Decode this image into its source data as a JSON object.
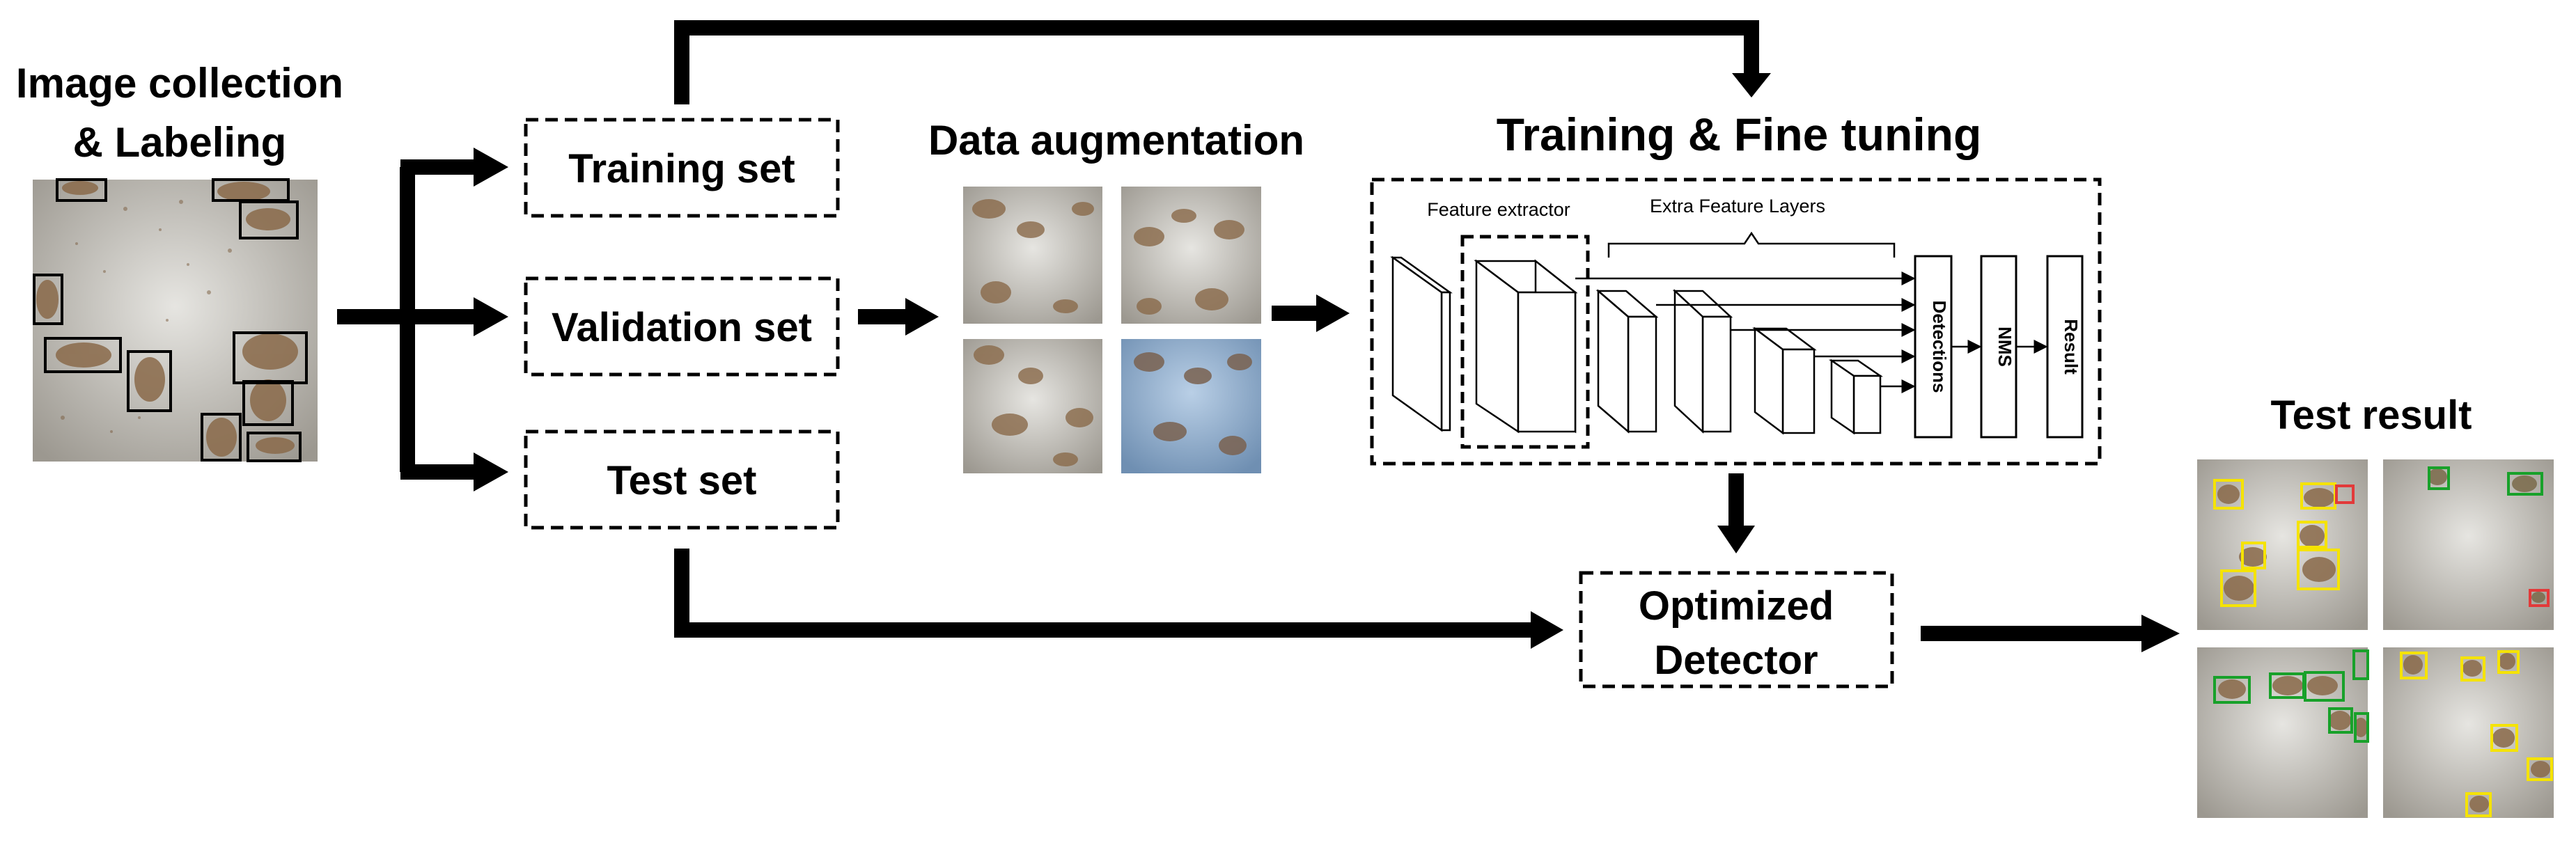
{
  "titles": {
    "image_collection_line1": "Image collection",
    "image_collection_line2": "& Labeling",
    "data_augmentation": "Data augmentation",
    "training_fine_tuning": "Training & Fine tuning",
    "test_result": "Test result"
  },
  "sets": {
    "training": "Training set",
    "validation": "Validation set",
    "test": "Test set"
  },
  "network": {
    "feature_extractor": "Feature extractor",
    "extra_feature_layers": "Extra Feature Layers",
    "detections": "Detections",
    "nms": "NMS",
    "result": "Result"
  },
  "detector": {
    "line1": "Optimized",
    "line2": "Detector"
  },
  "colors": {
    "stroke": "#000000",
    "photo_light": "#c9c7c1",
    "photo_blue": "#8fb0d2",
    "moth": "#8a6a4a",
    "detect_yellow": "#f5e300",
    "detect_green": "#18a12a",
    "detect_red": "#e23a3a"
  }
}
